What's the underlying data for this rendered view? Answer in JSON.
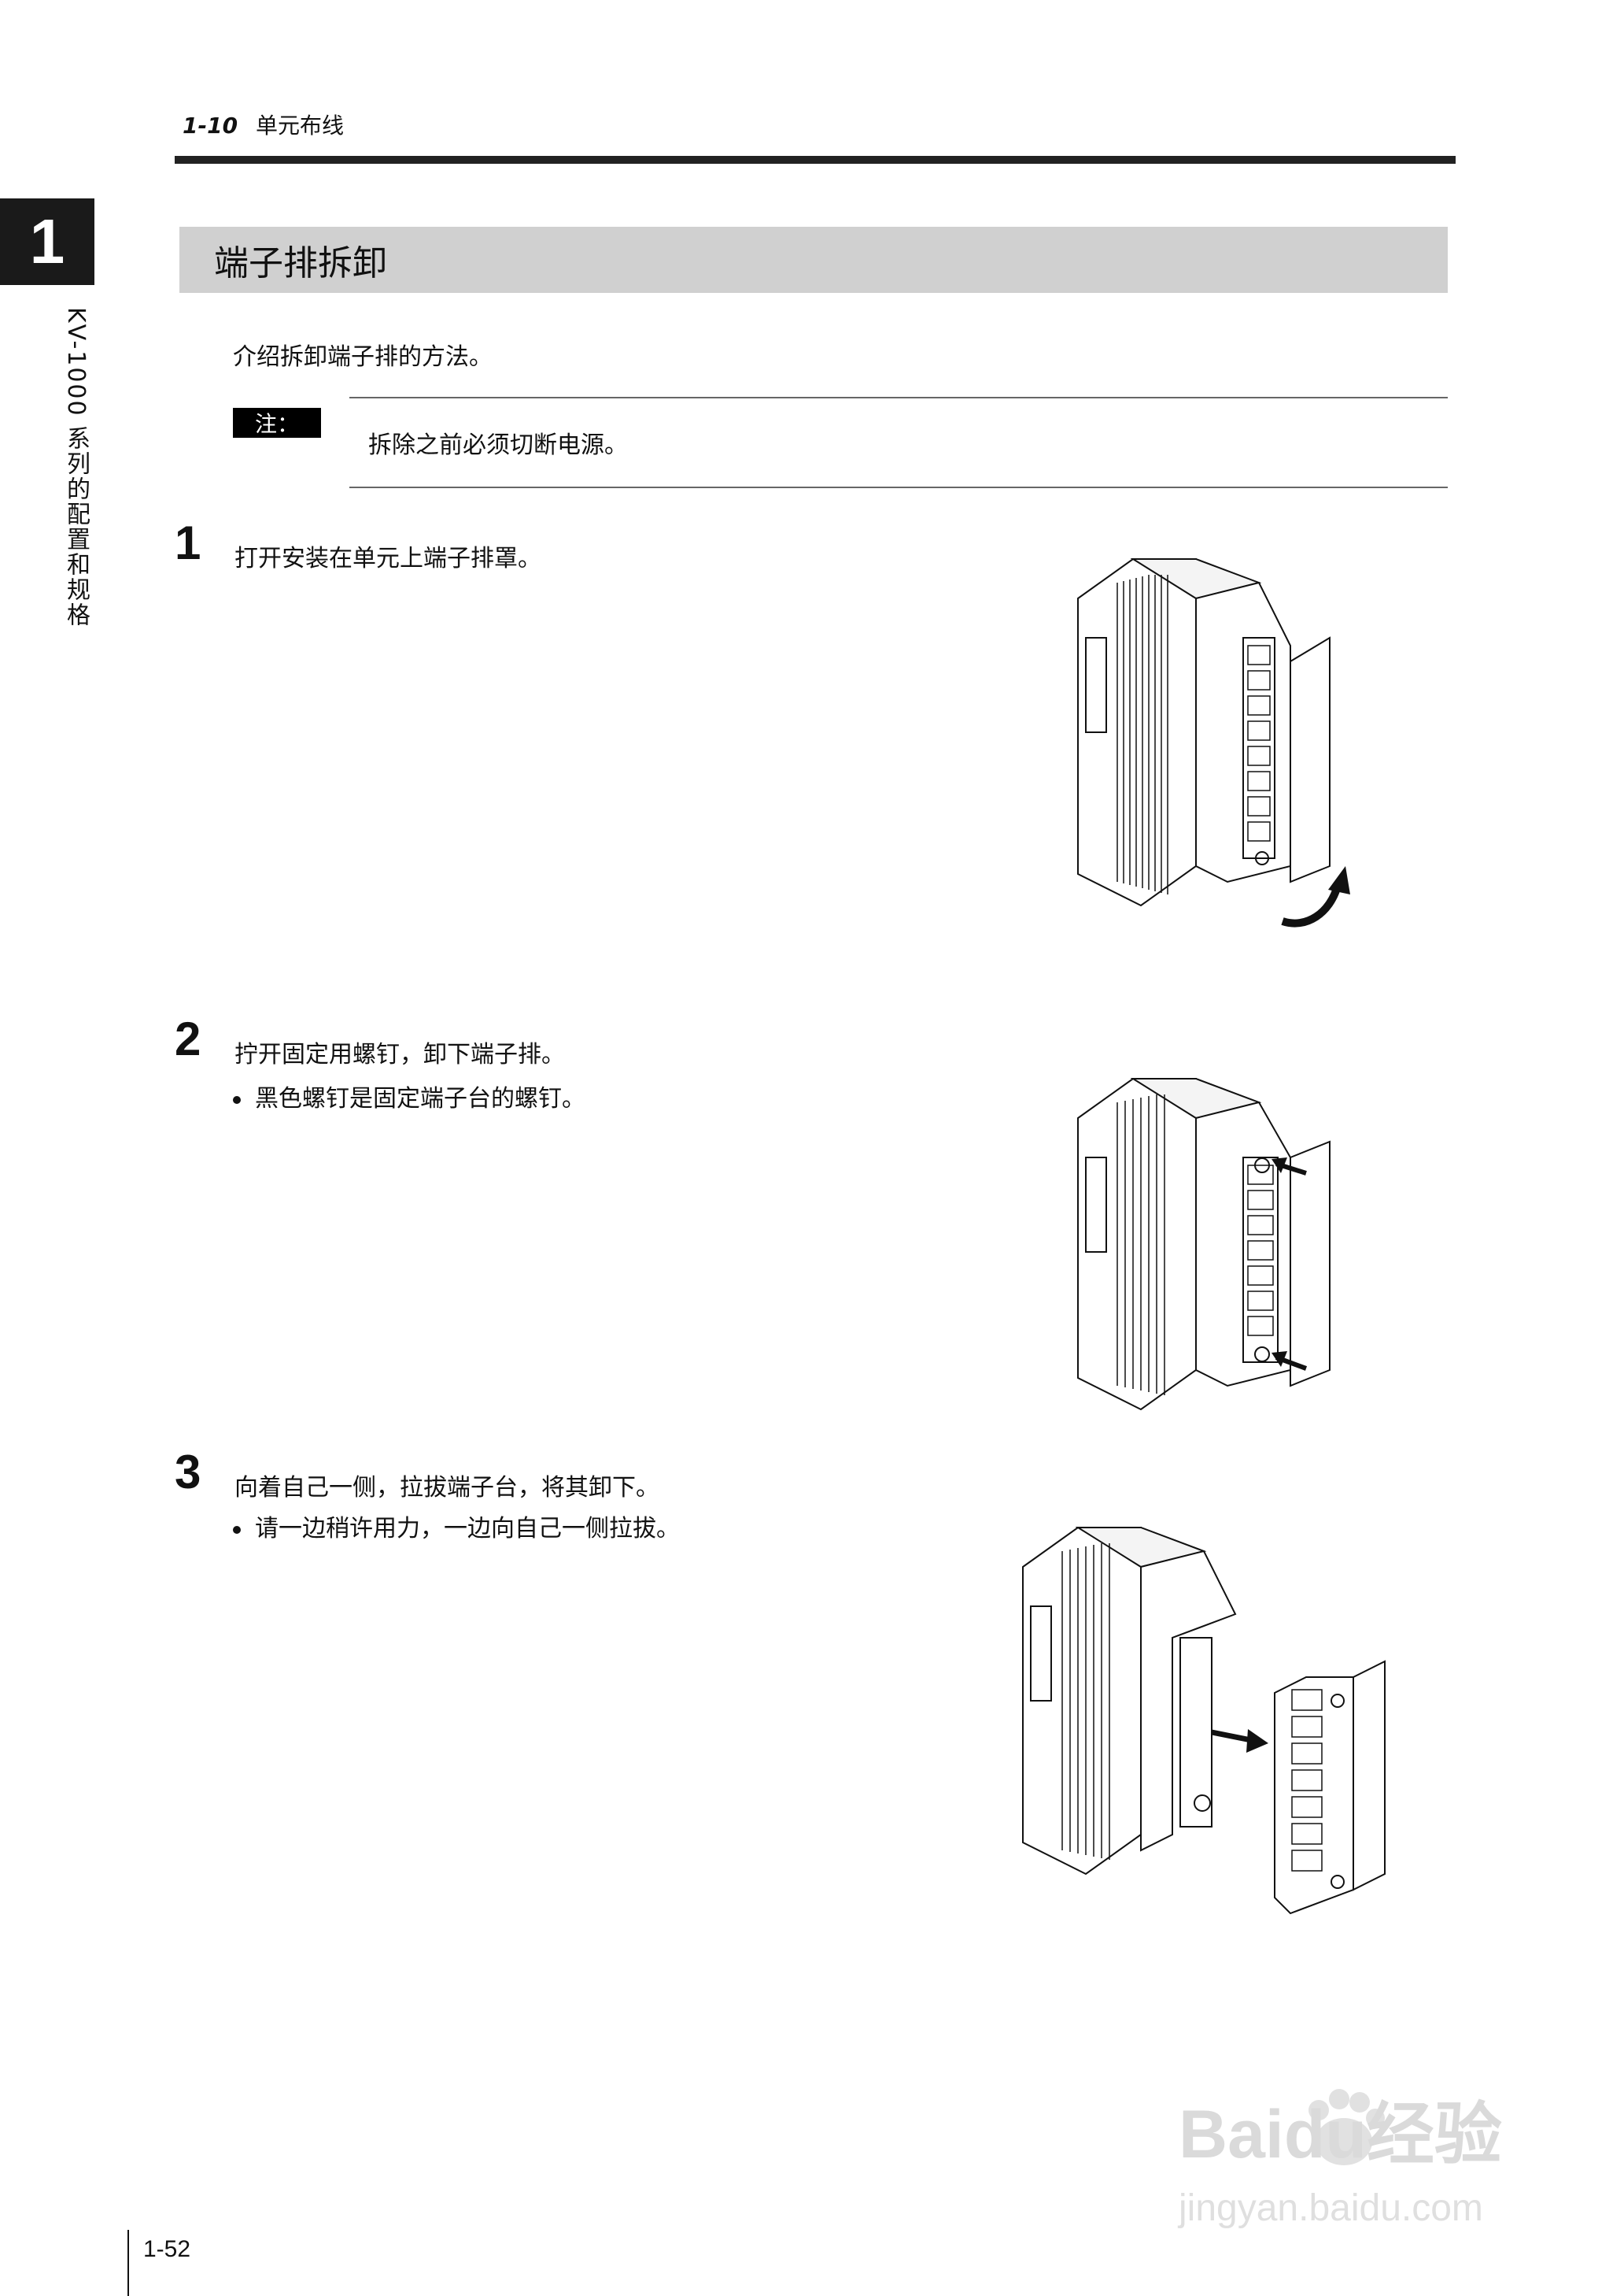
{
  "header": {
    "section_number": "1-10",
    "section_title": "单元布线"
  },
  "chapter": {
    "number": "1",
    "side_title": "KV-1000 系列的配置和规格"
  },
  "section": {
    "heading": "端子排拆卸",
    "intro": "介绍拆卸端子排的方法。",
    "note": {
      "label": "注：",
      "text": "拆除之前必须切断电源。"
    }
  },
  "steps": [
    {
      "number": "1",
      "text": "打开安装在单元上端子排罩。",
      "bullet": ""
    },
    {
      "number": "2",
      "text": "拧开固定用螺钉，卸下端子排。",
      "bullet": "黑色螺钉是固定端子台的螺钉。"
    },
    {
      "number": "3",
      "text": "向着自己一侧，拉拔端子台，将其卸下。",
      "bullet": "请一边稍许用力，一边向自己一侧拉拔。"
    }
  ],
  "footer": {
    "page_number": "1-52"
  },
  "watermark": {
    "brand": "Baidu经验",
    "url": "jingyan.baidu.com"
  }
}
